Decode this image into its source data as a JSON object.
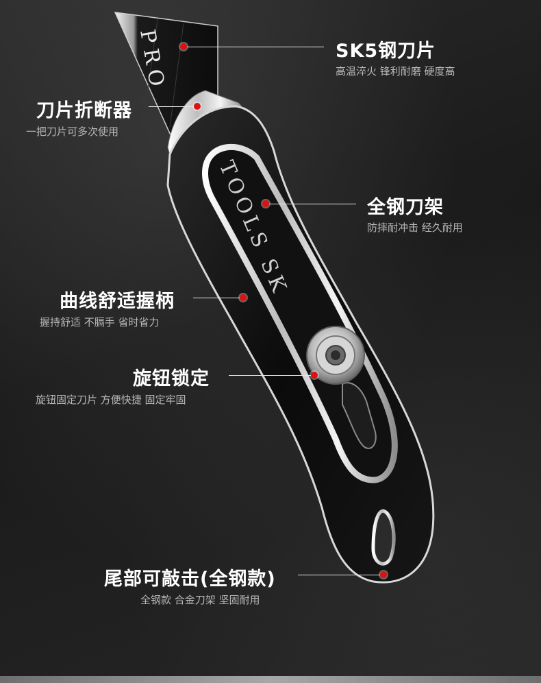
{
  "callouts": {
    "blade": {
      "title": "SK5钢刀片",
      "subtitle": "高温淬火 锋利耐磨 硬度高"
    },
    "breaker": {
      "title": "刀片折断器",
      "subtitle": "一把刀片可多次使用"
    },
    "frame": {
      "title": "全钢刀架",
      "subtitle": "防摔耐冲击 经久耐用"
    },
    "grip": {
      "title": "曲线舒适握柄",
      "subtitle": "握持舒适 不膈手 省时省力"
    },
    "knob": {
      "title": "旋钮锁定",
      "subtitle": "旋钮固定刀片 方便快捷 固定牢固"
    },
    "tail": {
      "title": "尾部可敲击(全钢款)",
      "subtitle": "全钢款 合金刀架 坚固耐用"
    }
  },
  "knife": {
    "blade_text": "PRO",
    "handle_text": "TOOLS SK"
  },
  "colors": {
    "accent_dot": "#e01010",
    "title": "#ffffff",
    "subtitle": "#b8b8b8",
    "background": "#202020"
  }
}
